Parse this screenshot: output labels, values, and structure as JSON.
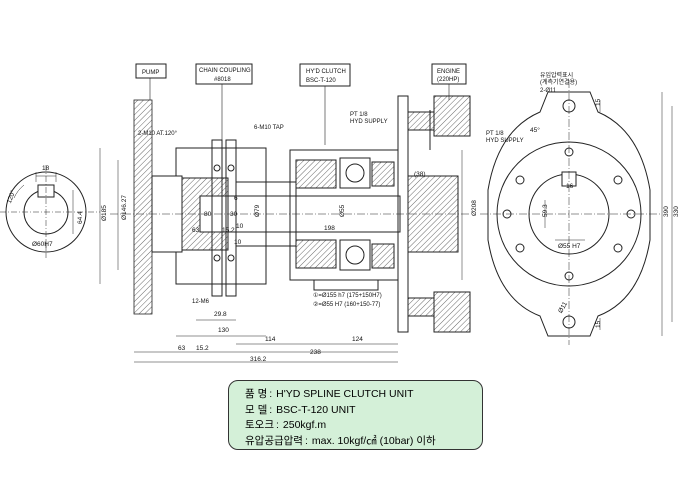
{
  "labels": {
    "pump": "PUMP",
    "chain_coupling": "CHAIN COUPLING",
    "chain_coupling_no": "#8018",
    "hyd_clutch": "HY'D CLUTCH",
    "hyd_clutch_model": "BSC-T-120",
    "engine": "ENGINE",
    "engine_hp": "(220HP)"
  },
  "notes": {
    "m10_tap_left": "2-M10 AT.120°",
    "m10_tap_top": "6-M10 TAP",
    "m6": "12-M6",
    "pt_supply_mid": "PT 1/8",
    "supply_mid": "HYD SUPPLY",
    "pt_supply_right": "PT 1/8",
    "supply_right": "HYD SUPPLY",
    "right_top_note_1": "유입압력표시",
    "right_top_note_2": "(계측기연결용)",
    "right_top_holes": "2-Ø11",
    "dim_note_1": "①=Ø155 h7 (175+150H7)",
    "dim_note_2": "②=Ø55 H7 (160+150-77)"
  },
  "dimensions": {
    "left_width": "18",
    "left_angle": "120°",
    "left_dia": "Ø60H7",
    "left_height": "64.4",
    "mid_dia_185": "Ø185",
    "mid_dia_146": "Ø146.27",
    "d_63": "63",
    "d_80": "80",
    "d_30": "30",
    "d_15_2": "15.2",
    "d_10_a": "10",
    "d_10_b": "10",
    "d_6": "6",
    "d_79": "Ø79",
    "d_55": "Ø55",
    "d_198": "198",
    "d_38": "(38)",
    "d_208": "Ø208",
    "d_29_8": "29.8",
    "d_130": "130",
    "d_114": "114",
    "d_238": "238",
    "d_124": "124",
    "d_63b": "63",
    "d_15_2b": "15.2",
    "d_316_2": "316.2",
    "r_16": "16",
    "r_59_3": "59.3",
    "r_55h7": "Ø55 H7",
    "r_45": "45°",
    "r_15_top": "15",
    "r_15_bot": "15",
    "r_390": "390",
    "r_330": "330",
    "r_11": "Ø11"
  },
  "spec": [
    {
      "key": "품    명",
      "value": "H'YD SPLINE CLUTCH UNIT"
    },
    {
      "key": "모    델",
      "value": "BSC-T-120 UNIT"
    },
    {
      "key": "토오크",
      "value": "250kgf.m"
    },
    {
      "key": "유압공급압력",
      "value": "max. 10kgf/㎠ (10bar) 이하"
    }
  ],
  "colors": {
    "spec_bg": "#d4f0d8",
    "line": "#222222",
    "hatch": "#444444"
  }
}
